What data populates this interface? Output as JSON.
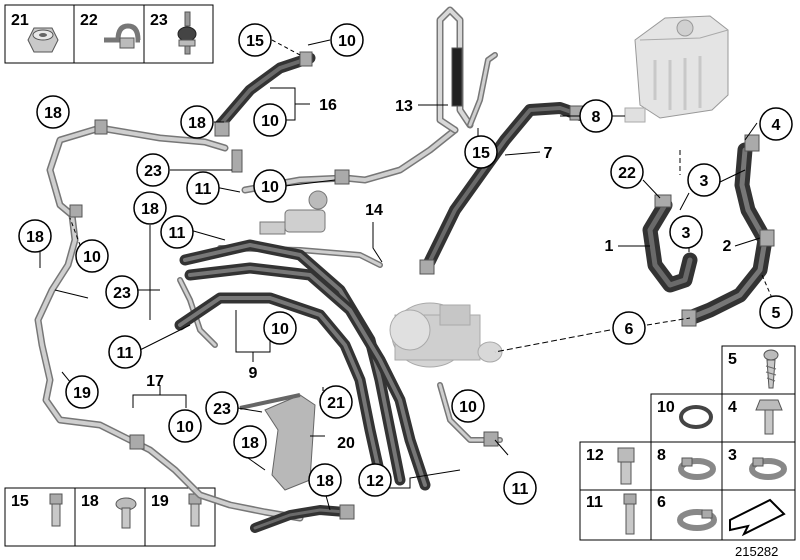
{
  "callouts": {
    "c15a": "15",
    "c10a": "10",
    "c16": "16",
    "c10b": "10",
    "c18a": "18",
    "c18b": "18",
    "c23a": "23",
    "c11a": "11",
    "c10c": "10",
    "c13": "13",
    "c15b": "15",
    "c8": "8",
    "c7": "7",
    "c18c": "18",
    "c11b": "11",
    "c14": "14",
    "c18d": "18",
    "c10d": "10",
    "c23b": "23",
    "c11c": "11",
    "c10e": "10",
    "c9": "9",
    "c17": "17",
    "c10f": "10",
    "c19": "19",
    "c23c": "23",
    "c21": "21",
    "c20": "20",
    "c18e": "18",
    "c18f": "18",
    "c12": "12",
    "c10g": "10",
    "c11d": "11",
    "c22": "22",
    "c3a": "3",
    "c3b": "3",
    "c4": "4",
    "c2": "2",
    "c1": "1",
    "c5": "5",
    "c6": "6"
  },
  "legend_top": [
    "21",
    "22",
    "23"
  ],
  "legend_bottom_left": [
    "15",
    "18",
    "19"
  ],
  "legend_right": [
    [
      "5"
    ],
    [
      "10",
      "4"
    ],
    [
      "12",
      "8",
      "3"
    ],
    [
      "11",
      "6"
    ]
  ],
  "diagram_number": "215282",
  "colors": {
    "hose": "#4a4a4a",
    "hose_highlight": "#8a8a8a",
    "pipe": "#b4b4b4",
    "pipe_outline": "#777777",
    "tank": "#e2e2e2",
    "line": "#000000"
  },
  "icons": [
    "nut-icon",
    "clamp-icon",
    "rubber-mount-icon",
    "bolt-icon",
    "hose-clip-icon",
    "washer-icon",
    "arrow-icon"
  ]
}
